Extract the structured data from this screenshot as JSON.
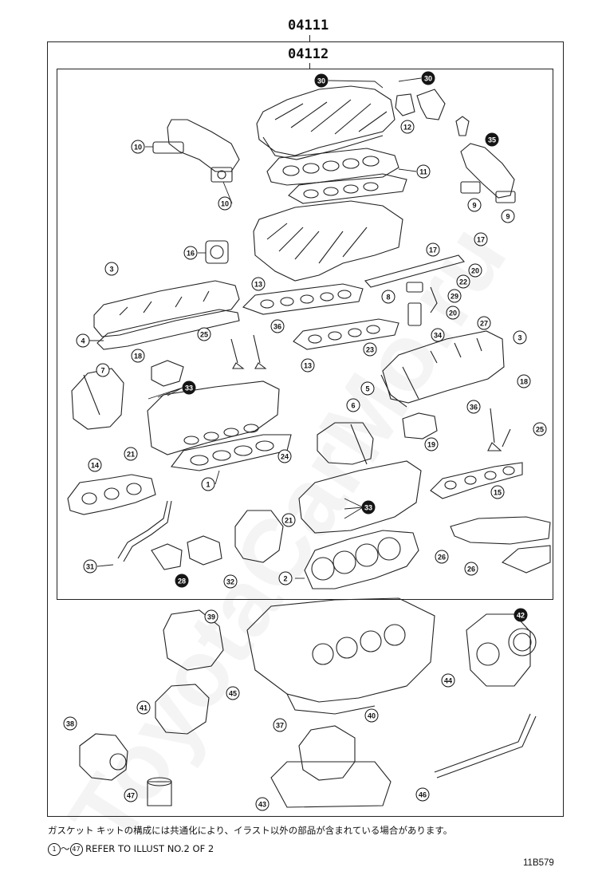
{
  "header": {
    "kit_code_outer": "04111",
    "kit_code_inner": "04112"
  },
  "watermark": "ToyotaCarMo.ru",
  "callouts": [
    "1",
    "2",
    "3",
    "4",
    "5",
    "6",
    "7",
    "8",
    "9",
    "10",
    "11",
    "12",
    "13",
    "14",
    "15",
    "16",
    "17",
    "18",
    "19",
    "20",
    "21",
    "22",
    "23",
    "24",
    "25",
    "26",
    "27",
    "28",
    "29",
    "30",
    "31",
    "32",
    "33",
    "34",
    "35",
    "36",
    "37",
    "38",
    "39",
    "40",
    "41",
    "42",
    "43",
    "44",
    "45",
    "46",
    "47"
  ],
  "footer": {
    "note_jp": "ガスケット キットの構成には共通化により、イラスト以外の部品が含まれている場合があります。",
    "ref_from": "1",
    "ref_sep": "〜",
    "ref_to": "47",
    "ref_text": "REFER TO ILLUST NO.2 OF 2",
    "illust_code": "11B579"
  }
}
